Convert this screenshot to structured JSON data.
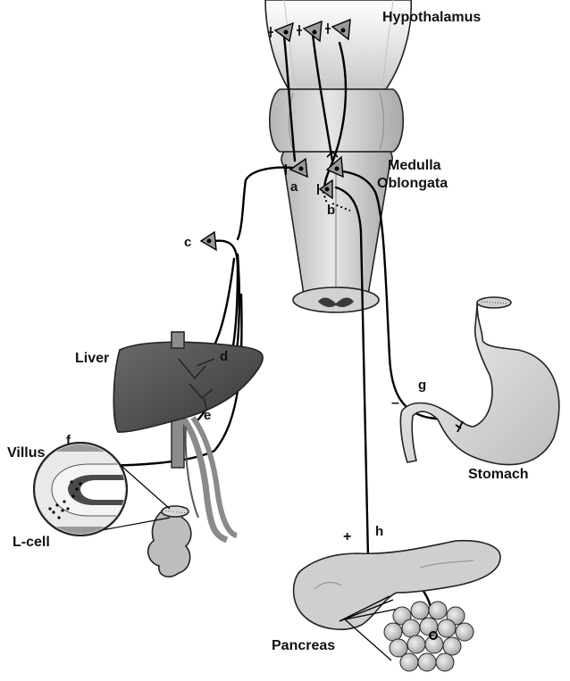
{
  "organs": {
    "hypothalamus": "Hypothalamus",
    "medulla_line1": "Medulla",
    "medulla_line2": "Oblongata",
    "liver": "Liver",
    "stomach": "Stomach",
    "pancreas": "Pancreas",
    "villus": "Villus",
    "lcell": "L-cell"
  },
  "markers": {
    "a": "a",
    "b": "b",
    "c": "c",
    "d": "d",
    "e": "e",
    "f": "f",
    "g": "g",
    "h": "h",
    "minus": "–",
    "plus": "+"
  },
  "colors": {
    "tissue_light": "#d9d9d9",
    "tissue_mid": "#bdbdbd",
    "liver": "#4a4a4a",
    "neuron": "#9a9a9a",
    "nerve": "#000000"
  }
}
